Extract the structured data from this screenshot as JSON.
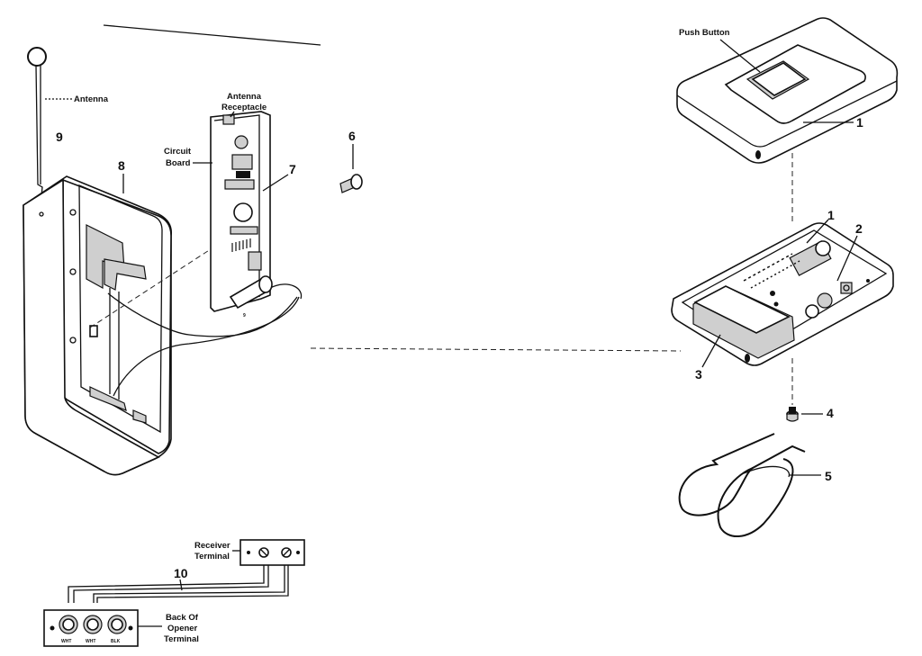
{
  "labels": {
    "antenna": "Antenna",
    "antenna_receptacle_1": "Antenna",
    "antenna_receptacle_2": "Receptacle",
    "circuit_board_1": "Circuit",
    "circuit_board_2": "Board",
    "push_button": "Push Button",
    "receiver_terminal_1": "Receiver",
    "receiver_terminal_2": "Terminal",
    "back_of_opener_1": "Back Of",
    "back_of_opener_2": "Opener",
    "back_of_opener_3": "Terminal"
  },
  "part_numbers": {
    "n9": "9",
    "n8": "8",
    "n7": "7",
    "n6": "6",
    "n1_top": "1",
    "n1_mid": "1",
    "n2": "2",
    "n3": "3",
    "n4": "4",
    "n5": "5",
    "n10": "10"
  },
  "terminals": [
    "WHT",
    "WHT",
    "BLK"
  ]
}
